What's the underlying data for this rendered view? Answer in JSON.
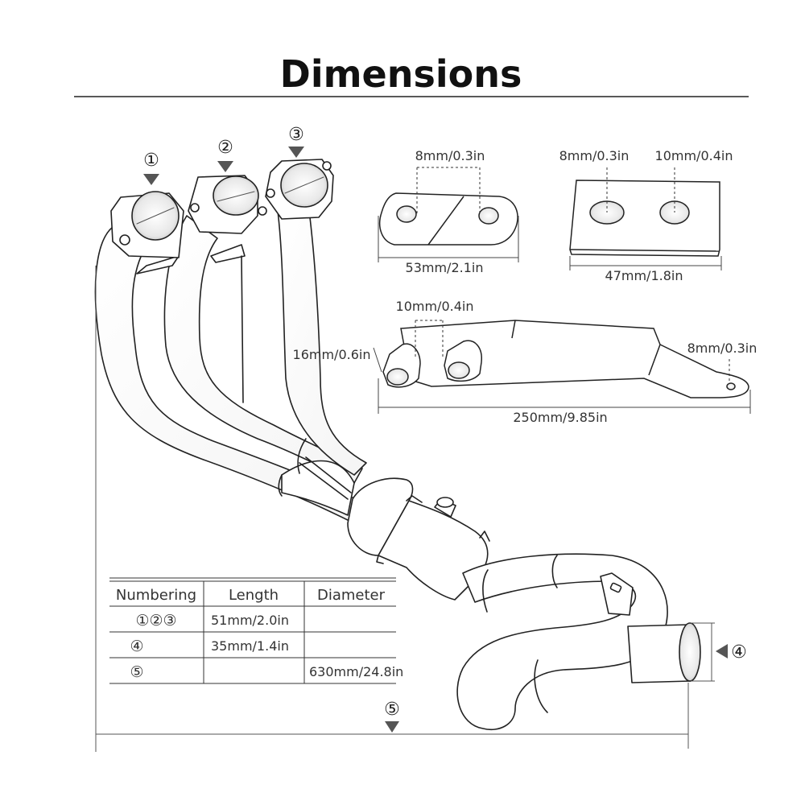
{
  "title": "Dimensions",
  "markers": {
    "m1": "①",
    "m2": "②",
    "m3": "③",
    "m4": "④",
    "m5": "⑤"
  },
  "bracket_small": {
    "hole_spacing": "8mm/0.3in",
    "length": "53mm/2.1in"
  },
  "plate": {
    "hole_small": "8mm/0.3in",
    "hole_large": "10mm/0.4in",
    "width": "47mm/1.8in"
  },
  "bracket_long": {
    "hole_diameter": "10mm/0.4in",
    "boss_height": "16mm/0.6in",
    "tip_hole": "8mm/0.3in",
    "length": "250mm/9.85in"
  },
  "table": {
    "headers": [
      "Numbering",
      "Length",
      "Diameter"
    ],
    "rows": [
      {
        "numbering": "①②③",
        "length": "51mm/2.0in",
        "diameter": ""
      },
      {
        "numbering": "④",
        "length": "35mm/1.4in",
        "diameter": ""
      },
      {
        "numbering": "⑤",
        "length": "",
        "diameter": "630mm/24.8in"
      }
    ]
  }
}
